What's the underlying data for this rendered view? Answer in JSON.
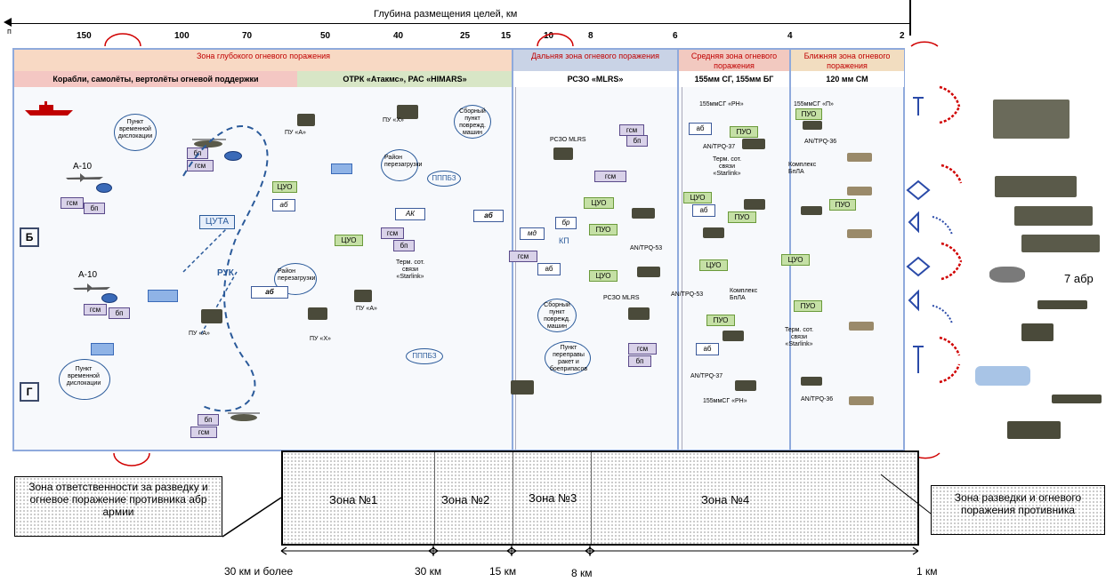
{
  "axis": {
    "title": "Глубина размещения целей, км",
    "left_mark": "п",
    "ticks": [
      "150",
      "100",
      "70",
      "50",
      "40",
      "25",
      "15",
      "10",
      "8",
      "6",
      "4",
      "2"
    ]
  },
  "zones_header": {
    "deep": "Зона глубокого огневого поражения",
    "far": "Дальняя зона огневого поражения",
    "mid": "Средняя зона огневого поражения",
    "near": "Ближняя зона огневого поражения"
  },
  "sub_header": {
    "ships": "Корабли, самолёты, вертолёты огневой поддержки",
    "otrk": "ОТРК «Атакмс», РАС «HIMARS»",
    "mlrs": "РСЗО «MLRS»",
    "sg": "155мм СГ, 155мм БГ",
    "mortar": "120 мм СМ"
  },
  "map_labels": {
    "b": "Б",
    "g": "Г",
    "a10_1": "А-10",
    "a10_2": "А-10",
    "gsm": "гсм",
    "bp": "бп",
    "ab": "аб",
    "tsuo": "ЦУО",
    "tsuta": "ЦУТА",
    "ruk": "РУК",
    "pvd1": "Пункт временной дислокации",
    "pvd2": "Пункт временной дислокации",
    "pu_a": "ПУ «А»",
    "pu_h": "ПУ «Х»",
    "reload1": "Район перезагрузки",
    "reload2": "Район перезагрузки",
    "collect1": "Сборный пункт поврежд. машин",
    "collect2": "Сборный пункт поврежд. машин",
    "pppbz": "ПППБЗ",
    "ak": "АК",
    "starlink": "Терм. сот. связи «Starlink»",
    "mlrs": "РСЗО MLRS",
    "kp": "КП",
    "md": "мд",
    "br": "бр",
    "puo": "ПУО",
    "an37": "AN/TPQ-37",
    "an53": "AN/TPQ-53",
    "an36": "AN/TPQ-36",
    "sg_pn": "155ммСГ «РН»",
    "sg_p": "155ммСГ «П»",
    "kompleks": "Комплекс БпЛА",
    "crossing": "Пункт переправы ракет и боеприпасов"
  },
  "right_label": "7 абр",
  "bottom": {
    "zone1": "Зона №1",
    "zone2": "Зона №2",
    "zone3": "Зона №3",
    "zone4": "Зона №4",
    "left_callout": "Зона ответственности за разведку и огневое поражение противника абр армии",
    "right_callout": "Зона разведки и огневого поражения противника",
    "d1": "30 км и более",
    "d2": "30 км",
    "d3": "15 км",
    "d4": "8 км",
    "d5": "1 км"
  },
  "colors": {
    "zone_header_bg_deep": "#f8d9c4",
    "zone_header_bg_far": "#c9d3e6",
    "zone_header_bg_mid": "#f2c9c0",
    "zone_header_bg_near": "#f2ddc0",
    "ships_bg": "#f4c7c3",
    "otrk_bg": "#d8e6c6",
    "accent_blue": "#2a5a9a",
    "red_arc": "#d00000"
  }
}
